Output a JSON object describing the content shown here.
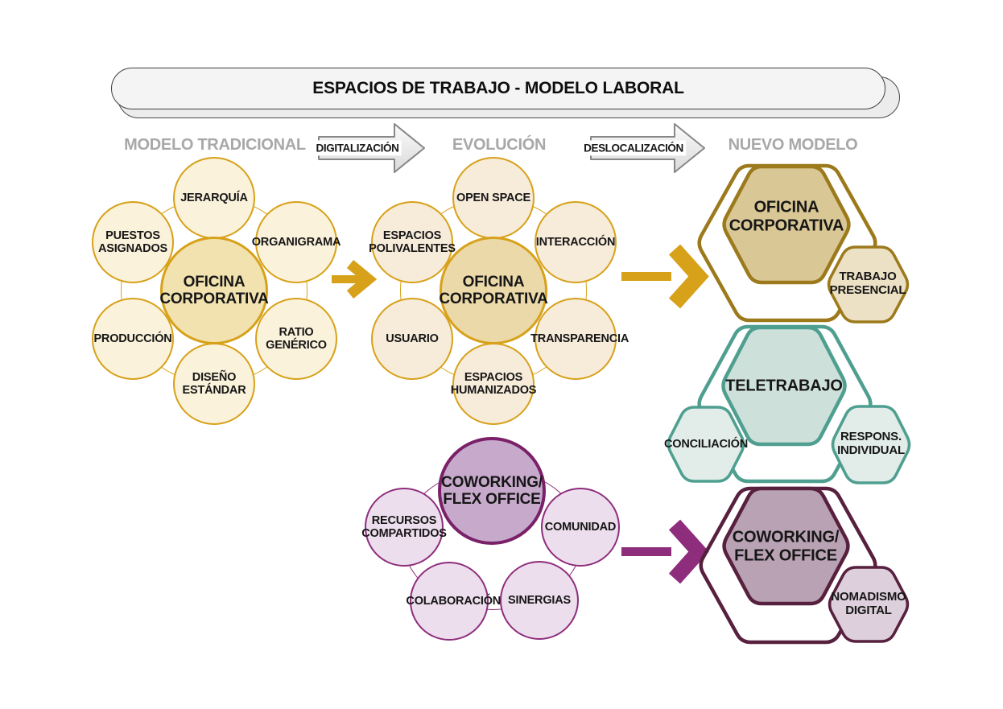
{
  "banner": {
    "title": "ESPACIOS DE TRABAJO - MODELO LABORAL"
  },
  "stages": {
    "traditional": "MODELO TRADICIONAL",
    "digitalization": "DIGITALIZACIÓN",
    "evolution": "EVOLUCIÓN",
    "delocalization": "DESLOCALIZACIÓN",
    "new_model": "NUEVO MODELO"
  },
  "traditional_cluster": {
    "center": "OFICINA CORPORATIVA",
    "satellites": [
      "JERARQUÍA",
      "ORGANIGRAMA",
      "RATIO GENÉRICO",
      "DISEÑO ESTÁNDAR",
      "PRODUCCIÓN",
      "PUESTOS ASIGNADOS"
    ]
  },
  "evolution_cluster": {
    "center": "OFICINA CORPORATIVA",
    "satellites": [
      "OPEN SPACE",
      "INTERACCIÓN",
      "TRANSPARENCIA",
      "ESPACIOS HUMANIZADOS",
      "USUARIO",
      "ESPACIOS POLIVALENTES"
    ]
  },
  "coworking_cluster": {
    "center": "COWORKING/ FLEX OFFICE",
    "satellites": [
      "RECURSOS COMPARTIDOS",
      "COMUNIDAD",
      "SINERGIAS",
      "COLABORACIÓN"
    ]
  },
  "new_models": {
    "corporate_office": {
      "label": "OFICINA CORPORATIVA",
      "sub1": "TRABAJO PRESENCIAL"
    },
    "telework": {
      "label": "TELETRABAJO",
      "sub1": "CONCILIACIÓN",
      "sub2": "RESPONS. INDIVIDUAL"
    },
    "coworking": {
      "label": "COWORKING/ FLEX OFFICE",
      "sub1": "NOMADISMO DIGITAL"
    }
  },
  "colors": {
    "gold": "#D7A119",
    "dark_gold": "#9C7A1C",
    "teal": "#4F9F90",
    "plum": "#57203E",
    "purple": "#8E2D7C",
    "gray_label": "#A8A8A8"
  }
}
